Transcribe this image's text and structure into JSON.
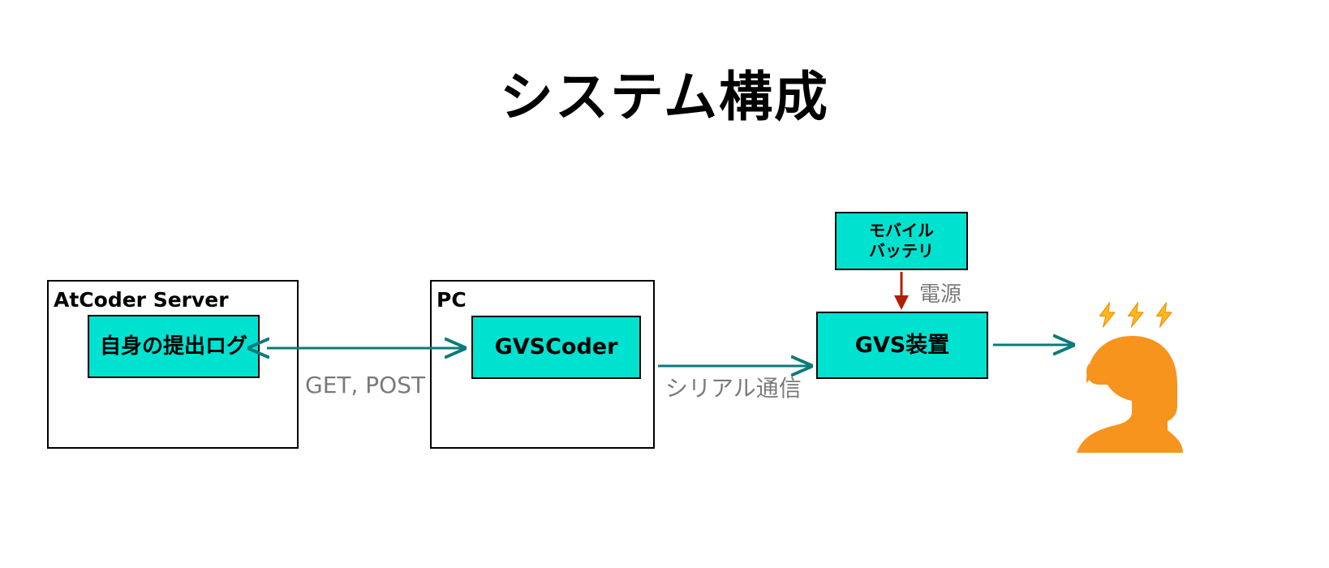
{
  "page": {
    "title": "システム構成",
    "background": "#ffffff"
  },
  "colors": {
    "box_fill": "#00E2D0",
    "box_stroke": "#000000",
    "data_arrow": "#0B7A7A",
    "power_arrow": "#B02000",
    "label_text": "#7a7a7a",
    "person": "#F7941E",
    "bolt": "#FFB81C"
  },
  "nodes": [
    {
      "id": "atcoder-server",
      "label": "AtCoder Server",
      "kind": "container",
      "child": {
        "id": "submission-log",
        "label": "自身の提出ログ"
      }
    },
    {
      "id": "pc",
      "label": "PC",
      "kind": "container",
      "child": {
        "id": "gvscoder",
        "label": "GVSCoder"
      }
    },
    {
      "id": "mobile-battery",
      "label": "モバイル\nバッテリ",
      "label_line1": "モバイル",
      "label_line2": "バッテリ",
      "kind": "component"
    },
    {
      "id": "gvs-device",
      "label": "GVS装置",
      "kind": "component"
    },
    {
      "id": "user",
      "label": "user-silhouette",
      "kind": "actor"
    }
  ],
  "edges": [
    {
      "id": "edge-http",
      "from": "gvscoder",
      "to": "submission-log",
      "label": "GET, POST",
      "direction": "bidirectional",
      "color": "#0B7A7A"
    },
    {
      "id": "edge-serial",
      "from": "gvscoder",
      "to": "gvs-device",
      "label": "シリアル通信",
      "direction": "forward",
      "color": "#0B7A7A"
    },
    {
      "id": "edge-power",
      "from": "mobile-battery",
      "to": "gvs-device",
      "label": "電源",
      "direction": "forward",
      "color": "#B02000"
    },
    {
      "id": "edge-stimulus",
      "from": "gvs-device",
      "to": "user",
      "label": "",
      "direction": "forward",
      "color": "#0B7A7A"
    }
  ],
  "decorations": {
    "bolts": {
      "name": "lightning-bolts",
      "count": 3,
      "glyph": "⚡"
    }
  }
}
